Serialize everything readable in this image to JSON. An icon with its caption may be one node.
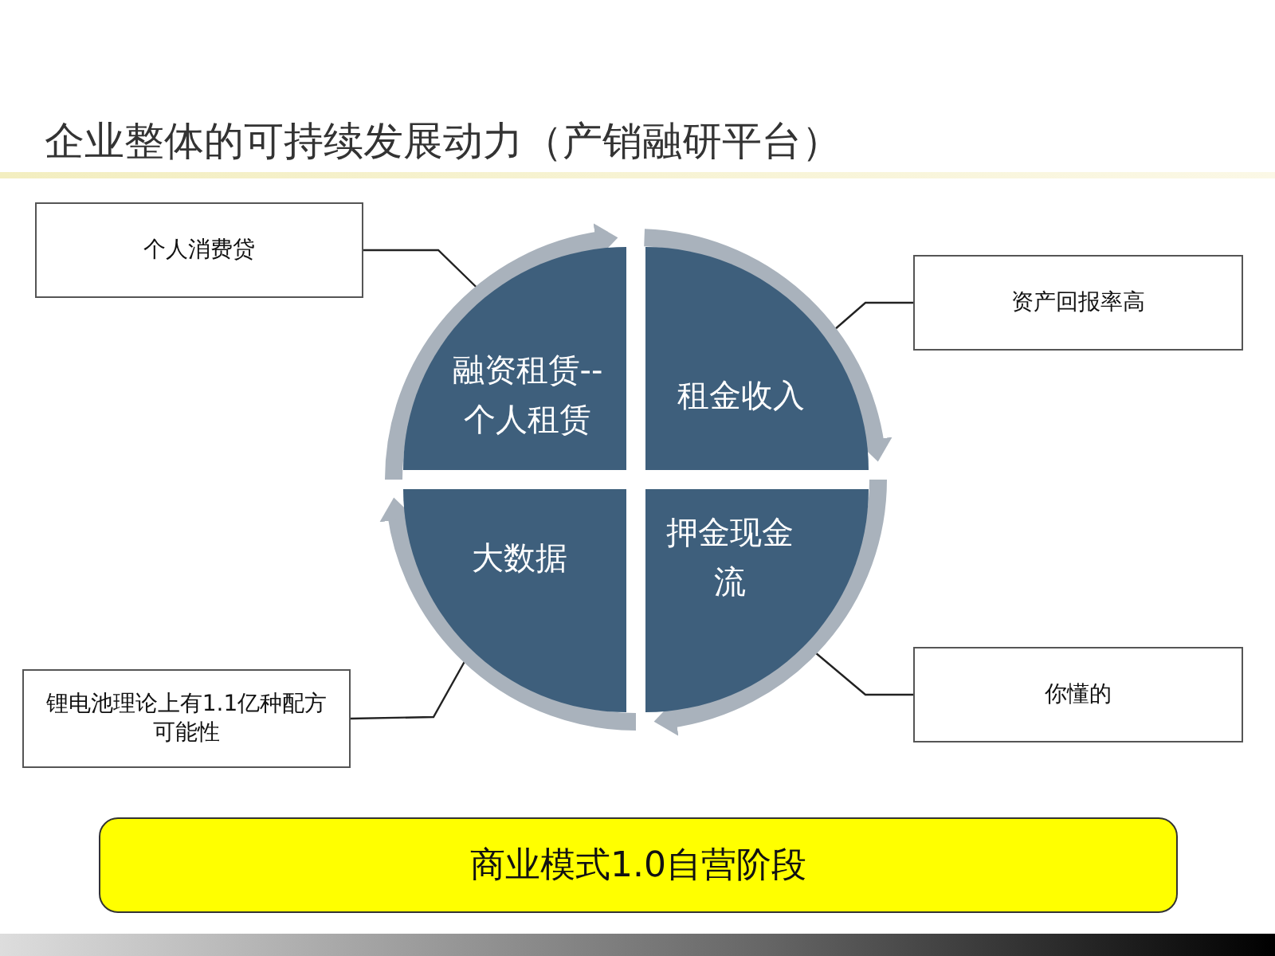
{
  "diagram": {
    "title": "企业整体的可持续发展动力（产销融研平台）",
    "nodes": [
      {
        "text": [
          "个人消费贷"
        ]
      },
      {
        "text": [
          "融资租赁--个人租赁"
        ]
      },
      {
        "text": [
          "租金收入"
        ]
      },
      {
        "text": [
          "资产回报率高"
        ]
      },
      {
        "text": [
          "大数据"
        ]
      },
      {
        "text": [
          "押金现金流"
        ]
      },
      {
        "text": [
          "锂电池理论上有1.1亿种配方可能性"
        ]
      },
      {
        "text": [
          "你懂的"
        ]
      },
      {
        "text": [
          "商业模式1.0自营阶段"
        ]
      }
    ],
    "edges": [
      {
        "from": 0,
        "to": 1,
        "arrow": "none"
      },
      {
        "from": 3,
        "to": 2,
        "arrow": "none"
      },
      {
        "from": 6,
        "to": 4,
        "arrow": "none"
      },
      {
        "from": 7,
        "to": 5,
        "arrow": "none"
      },
      {
        "from": 1,
        "to": 2,
        "arrow": "to",
        "style": "thick",
        "color": "#a9b2bc"
      },
      {
        "from": 2,
        "to": 5,
        "arrow": "to",
        "style": "thick",
        "color": "#a9b2bc"
      },
      {
        "from": 5,
        "to": 4,
        "arrow": "to",
        "style": "thick",
        "color": "#a9b2bc"
      },
      {
        "from": 4,
        "to": 1,
        "arrow": "to",
        "style": "thick",
        "color": "#a9b2bc"
      }
    ]
  }
}
